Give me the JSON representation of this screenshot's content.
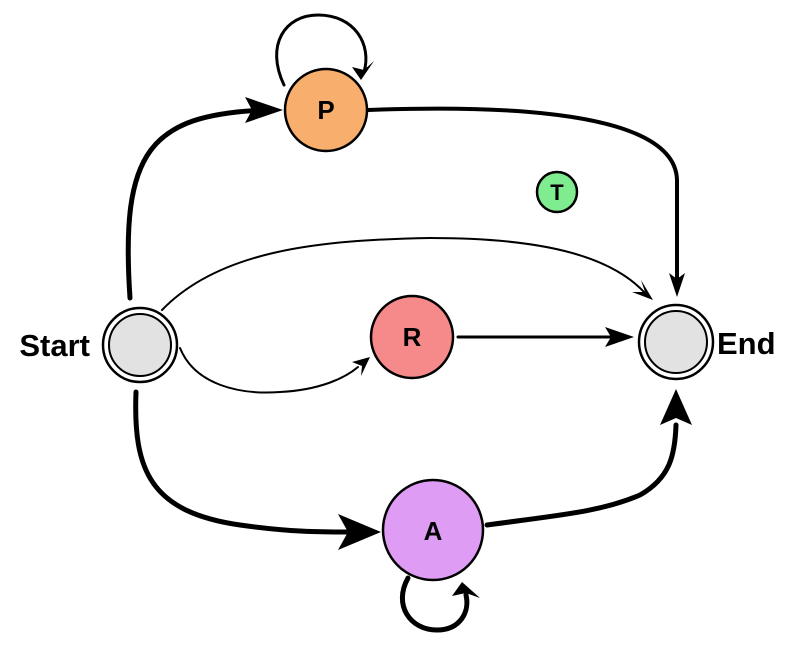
{
  "diagram": {
    "type": "process-flow-graph",
    "start_label": "Start",
    "end_label": "End",
    "nodes": [
      {
        "id": "P",
        "label": "P",
        "fill": "#f8ae6c",
        "self_loop": true
      },
      {
        "id": "R",
        "label": "R",
        "fill": "#f68a8a",
        "self_loop": false
      },
      {
        "id": "A",
        "label": "A",
        "fill": "#df9cf5",
        "self_loop": true
      },
      {
        "id": "T",
        "label": "T",
        "fill": "#7fec8f",
        "self_loop": false
      }
    ],
    "edges": [
      {
        "from": "Start",
        "to": "P",
        "weight": "thick"
      },
      {
        "from": "P",
        "to": "P",
        "weight": "medium"
      },
      {
        "from": "P",
        "to": "End",
        "weight": "medium"
      },
      {
        "from": "Start",
        "to": "End",
        "weight": "thin"
      },
      {
        "from": "Start",
        "to": "R",
        "weight": "thin"
      },
      {
        "from": "R",
        "to": "End",
        "weight": "medium"
      },
      {
        "from": "Start",
        "to": "A",
        "weight": "thick"
      },
      {
        "from": "A",
        "to": "A",
        "weight": "thick"
      },
      {
        "from": "A",
        "to": "End",
        "weight": "thick"
      }
    ],
    "colors": {
      "terminal_fill": "#e2e2e2",
      "stroke": "#000000"
    }
  }
}
